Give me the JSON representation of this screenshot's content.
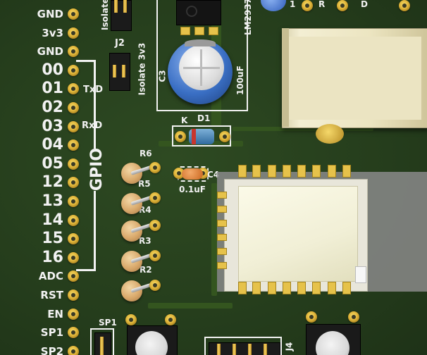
{
  "left_header_labels": [
    "GND",
    "3v3",
    "GND",
    "00",
    "01",
    "02",
    "03",
    "04",
    "05",
    "12",
    "13",
    "14",
    "15",
    "16",
    "ADC",
    "RST",
    "EN",
    "SP1",
    "SP2"
  ],
  "silkscreen": {
    "gpio_label": "GPIO",
    "txd": "TxD",
    "rxd": "RxD",
    "isolate_top": "Isolate",
    "j2": "J2",
    "isolate_3v3": "Isolate 3v3",
    "c3": "C3",
    "regulator": "LM2937",
    "cap_value": "100uF",
    "d1": "D1",
    "k": "K",
    "c4": "C4",
    "c4_value": "0.1uF",
    "r6": "R6",
    "r5": "R5",
    "r4": "R4",
    "r3": "R3",
    "r2": "R2",
    "sp1": "SP1",
    "j4": "J4",
    "partial_r": "R",
    "partial_d": "D",
    "partial_1": "1"
  },
  "colors": {
    "board": "#2e4a22",
    "silkscreen": "#f2f2f2",
    "pad_gold": "#e0b53a",
    "capacitor_blue": "#3a6fc4",
    "resistor_tan": "#d9a96b"
  }
}
